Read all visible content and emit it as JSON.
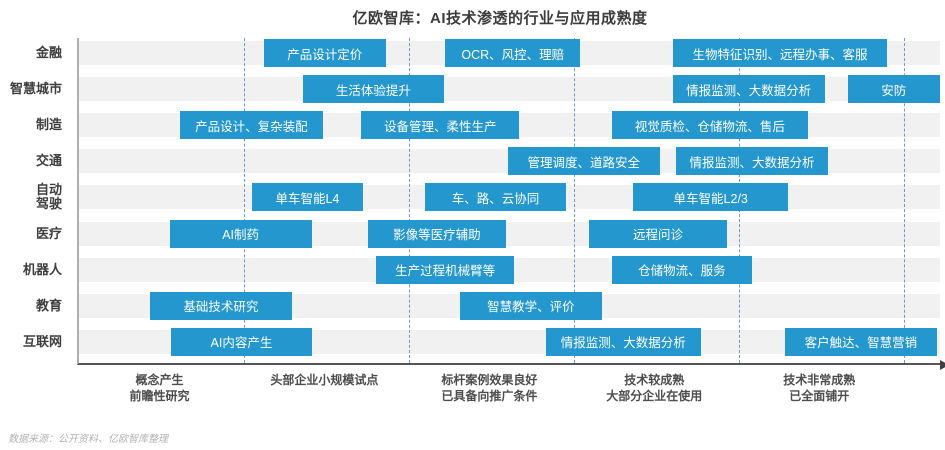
{
  "chart_data": {
    "type": "bar",
    "subtype": "horizontal-range-gantt",
    "title": "亿欧智库：AI技术渗透的行业与应用成熟度",
    "source_note": "数据来源：公开资料、亿欧智库整理",
    "legend_position": "none",
    "grid": "vertical-dashed",
    "x_axis": {
      "max": 5.22,
      "gridlines": [
        1,
        2,
        3,
        4,
        5
      ],
      "stages": [
        "概念产生\n前瞻性研究",
        "头部企业小规模试点",
        "标杆案例效果良好\n已具备向推广条件",
        "技术较成熟\n大部分企业在使用",
        "技术非常成熟\n已全面铺开"
      ]
    },
    "rows": [
      {
        "industry": "金融",
        "bars": [
          {
            "label": "产品设计定价",
            "start": 1.12,
            "end": 1.86
          },
          {
            "label": "OCR、风控、理赔",
            "start": 2.22,
            "end": 3.04
          },
          {
            "label": "生物特征识别、远程办事、客服",
            "start": 3.6,
            "end": 4.9
          }
        ]
      },
      {
        "industry": "智慧城市",
        "bars": [
          {
            "label": "生活体验提升",
            "start": 1.36,
            "end": 2.21
          },
          {
            "label": "情报监测、大数据分析",
            "start": 3.6,
            "end": 4.52
          },
          {
            "label": "安防",
            "start": 4.66,
            "end": 5.22
          }
        ]
      },
      {
        "industry": "制造",
        "bars": [
          {
            "label": "产品设计、复杂装配",
            "start": 0.61,
            "end": 1.48
          },
          {
            "label": "设备管理、柔性生产",
            "start": 1.71,
            "end": 2.67
          },
          {
            "label": "视觉质检、仓储物流、售后",
            "start": 3.23,
            "end": 4.42
          }
        ]
      },
      {
        "industry": "交通",
        "bars": [
          {
            "label": "管理调度、道路安全",
            "start": 2.6,
            "end": 3.52
          },
          {
            "label": "情报监测、大数据分析",
            "start": 3.62,
            "end": 4.54
          }
        ]
      },
      {
        "industry": "自动\n驾驶",
        "bars": [
          {
            "label": "单车智能L4",
            "start": 1.05,
            "end": 1.72
          },
          {
            "label": "车、路、云协同",
            "start": 2.1,
            "end": 2.95
          },
          {
            "label": "单车智能L2/3",
            "start": 3.36,
            "end": 4.3
          }
        ]
      },
      {
        "industry": "医疗",
        "bars": [
          {
            "label": "AI制药",
            "start": 0.55,
            "end": 1.41
          },
          {
            "label": "影像等医疗辅助",
            "start": 1.75,
            "end": 2.59
          },
          {
            "label": "远程问诊",
            "start": 3.09,
            "end": 3.93
          }
        ]
      },
      {
        "industry": "机器人",
        "bars": [
          {
            "label": "生产过程机械臂等",
            "start": 1.8,
            "end": 2.64
          },
          {
            "label": "仓储物流、服务",
            "start": 3.23,
            "end": 4.08
          }
        ]
      },
      {
        "industry": "教育",
        "bars": [
          {
            "label": "基础技术研究",
            "start": 0.43,
            "end": 1.29
          },
          {
            "label": "智慧教学、评价",
            "start": 2.31,
            "end": 3.17
          }
        ]
      },
      {
        "industry": "互联网",
        "bars": [
          {
            "label": "AI内容产生",
            "start": 0.56,
            "end": 1.41
          },
          {
            "label": "情报监测、大数据分析",
            "start": 2.83,
            "end": 3.77
          },
          {
            "label": "客户触达、智慧营销",
            "start": 4.28,
            "end": 5.2
          }
        ]
      }
    ],
    "colors": {
      "bar": "#2497CE",
      "grid_line": "#4A82C0",
      "row_stripe": "#F1F1F1",
      "axis_bottom": "#55565A",
      "axis_left": "#AEAEAE",
      "title_text": "#3C3C3C",
      "bar_text": "#FFFFFF",
      "source_text": "#B2B2B2"
    }
  }
}
